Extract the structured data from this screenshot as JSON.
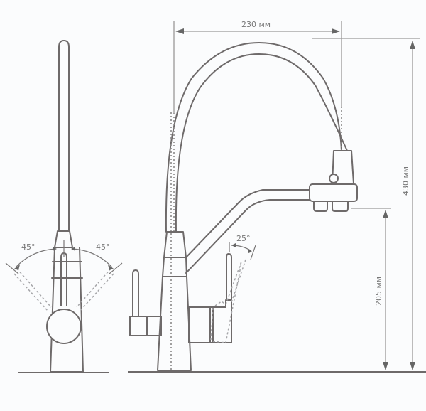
{
  "diagram": {
    "subject": "Kitchen faucet with filtered-water spout, technical dimension drawing",
    "views": [
      {
        "name": "front-view",
        "description": "Front view with lever rotation angles"
      },
      {
        "name": "side-view",
        "description": "Side view with swan-neck spout and filter lever"
      }
    ],
    "dimensions": {
      "spout_reach": "230 мм",
      "total_height": "430 мм",
      "spout_height": "205 мм"
    },
    "angles": {
      "left_rotation": "45°",
      "right_rotation": "45°",
      "filter_lever": "25°"
    },
    "colors": {
      "outline": "#6e6a6a",
      "dimension_line": "#9a9898",
      "background": "#fbfcfd",
      "text": "#777777"
    }
  }
}
